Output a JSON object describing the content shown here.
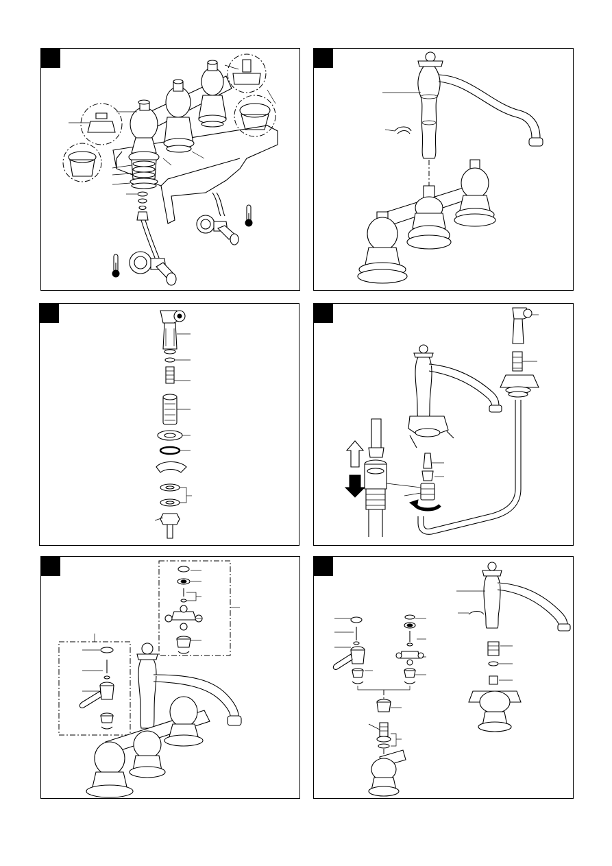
{
  "document": {
    "type": "installation-instructions",
    "layout": "two-columns-three-rows",
    "ink_color": "#000000",
    "paper_color": "#ffffff"
  },
  "panels": [
    {
      "id": "panel-1",
      "illustration": "two-handle-valve-body-mounted-under-counter-with-supply-hoses-and-angle-stops"
    },
    {
      "id": "panel-2",
      "illustration": "swivel-spout-fitted-into-bridge-body-with-retaining-clip"
    },
    {
      "id": "panel-3",
      "illustration": "side-spray-handset-exploded-view"
    },
    {
      "id": "panel-4",
      "illustration": "side-spray-hose-quick-connect-to-spout-base"
    },
    {
      "id": "panel-5",
      "illustration": "handle-assembly-exploded-view-on-bridge-faucet"
    },
    {
      "id": "panel-6",
      "illustration": "cross-handle-and-lever-handle-exploded-views-with-spout-removal"
    }
  ],
  "icons": [
    "thermometer-icon",
    "up-arrow-icon",
    "down-arrow-icon",
    "rotate-arrow-icon"
  ]
}
